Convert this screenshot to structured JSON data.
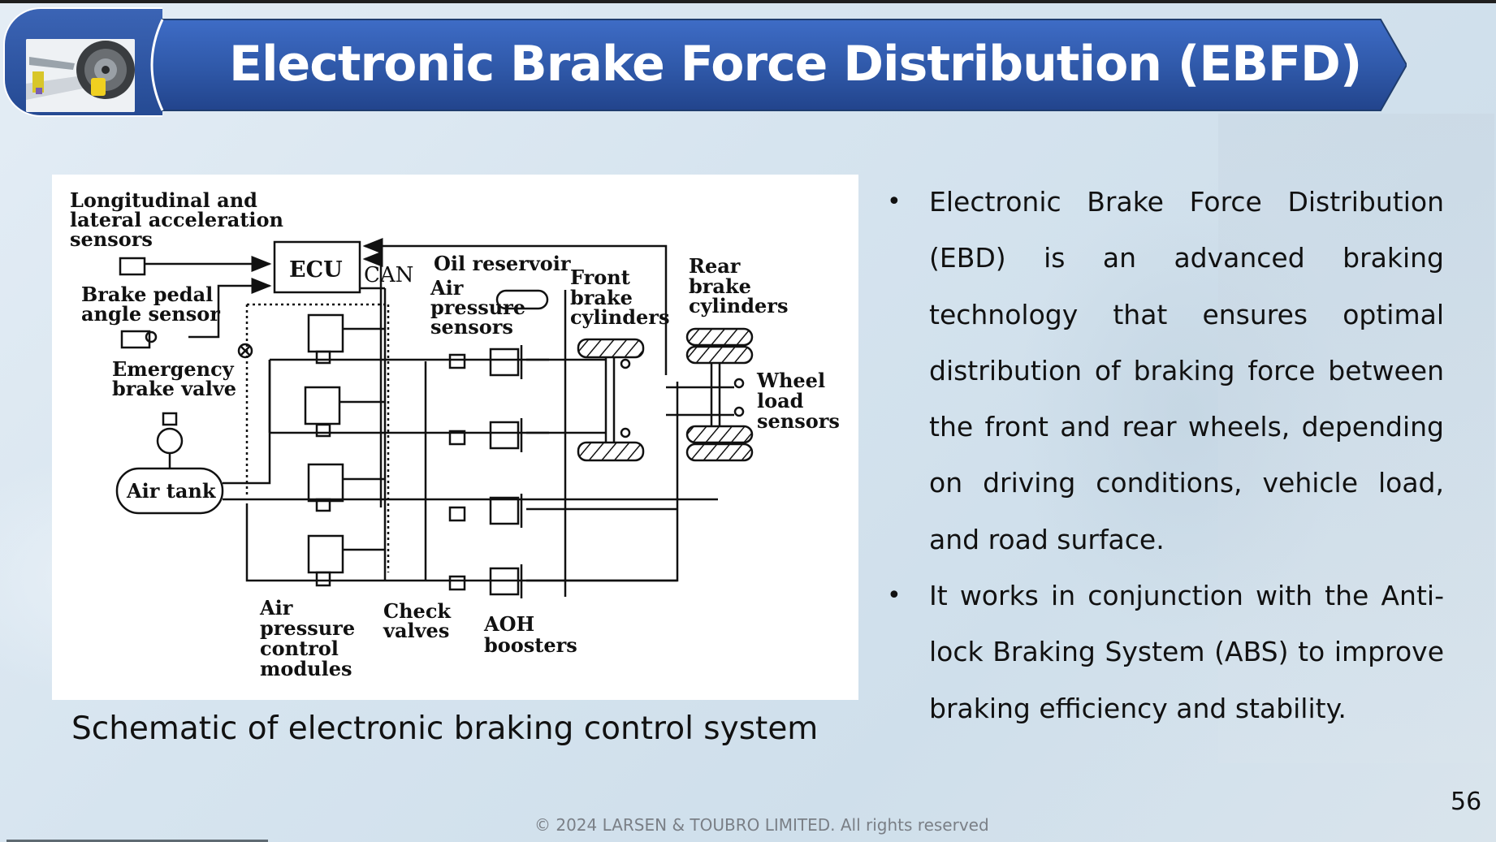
{
  "slide": {
    "title": "Electronic Brake Force Distribution (EBFD)",
    "logo_icon": "car-suspension-wheel-image",
    "page_number": "56",
    "copyright": "© 2024 LARSEN & TOUBRO LIMITED. All rights reserved",
    "colors": {
      "banner_blue": "#2f58a8",
      "text": "#111111",
      "footer_text": "#7a7f86"
    }
  },
  "diagram": {
    "caption": "Schematic of electronic braking control system",
    "labels": {
      "accel_sensors_1": "Longitudinal and",
      "accel_sensors_2": "lateral acceleration",
      "accel_sensors_3": "sensors",
      "ecu": "ECU",
      "can": "CAN",
      "oil_reservoir": "Oil reservoir",
      "brake_pedal_1": "Brake pedal",
      "brake_pedal_2": "angle sensor",
      "air_pressure_sensors_1": "Air",
      "air_pressure_sensors_2": "pressure",
      "air_pressure_sensors_3": "sensors",
      "front_brake_1": "Front",
      "front_brake_2": "brake",
      "front_brake_3": "cylinders",
      "rear_brake_1": "Rear",
      "rear_brake_2": "brake",
      "rear_brake_3": "cylinders",
      "emergency_1": "Emergency",
      "emergency_2": "brake valve",
      "wheel_load_1": "Wheel",
      "wheel_load_2": "load",
      "wheel_load_3": "sensors",
      "air_tank": "Air tank",
      "apcm_1": "Air",
      "apcm_2": "pressure",
      "apcm_3": "control",
      "apcm_4": "modules",
      "check_1": "Check",
      "check_2": "valves",
      "aoh_1": "AOH",
      "aoh_2": "boosters"
    }
  },
  "bullets": [
    {
      "text": "Electronic Brake Force Distribution (EBD) is an advanced braking technology that ensures optimal distribution of braking force between the front and rear wheels, depending on driving conditions, vehicle load, and road surface."
    },
    {
      "text": "It works in conjunction with the Anti-lock Braking System (ABS) to improve braking efficiency and stability."
    }
  ],
  "bullet_glyph": "•"
}
